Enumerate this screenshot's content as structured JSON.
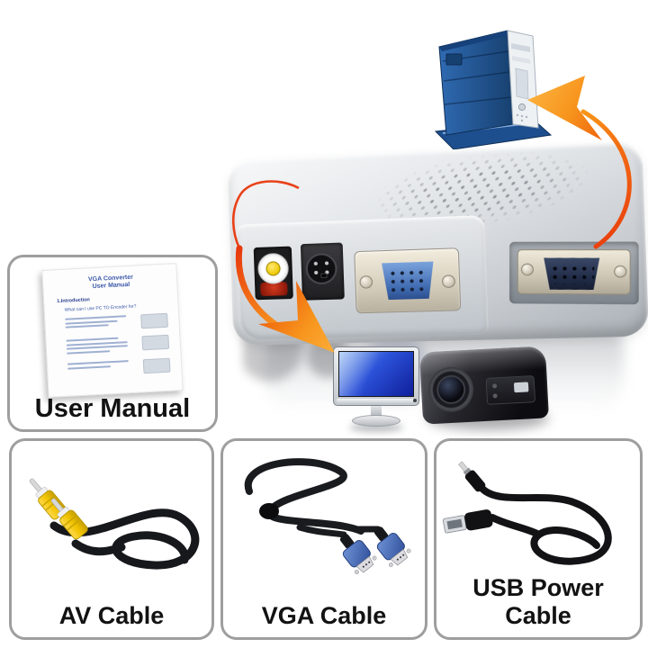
{
  "cards": {
    "user_manual": {
      "label": "User Manual"
    },
    "av_cable": {
      "label": "AV Cable"
    },
    "vga_cable": {
      "label": "VGA Cable"
    },
    "usb_power_cable": {
      "label": "USB Power Cable"
    }
  },
  "manual_page": {
    "title_line1": "VGA Converter",
    "title_line2": "User Manual",
    "section_heading": "1.Introduction",
    "intro_line": "What can I use PC TO Encoder for?"
  },
  "illustrations": {
    "converter_box": "silver-av-vga-converter-box",
    "computer_tower": "blue-desktop-pc-tower",
    "monitor": "lcd-monitor",
    "projector": "video-projector",
    "arrow_to_pc": "orange-curved-arrow",
    "arrow_to_display": "orange-curved-arrow"
  },
  "colors": {
    "background": "#ffffff",
    "card_border": "#9e9e9e",
    "label_text": "#121212",
    "arrow_orange": "#f7941d",
    "arrow_red": "#e8380d",
    "pc_tower_blue": "#1d4f8f",
    "vga_blue": "#4a7fc1",
    "rca_yellow": "#f2c900",
    "box_silver": "#d9dcdf"
  }
}
